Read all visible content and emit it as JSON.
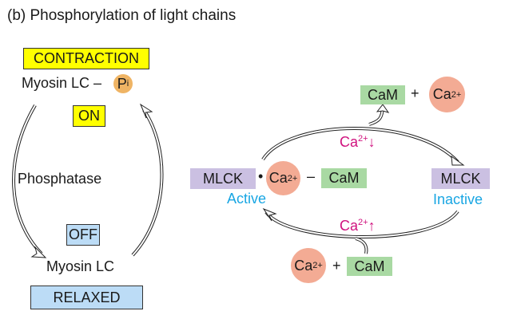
{
  "title": "(b)  Phosphorylation of light chains",
  "left_cycle": {
    "contraction_label": "CONTRACTION",
    "myosin_lc_p_label": "Myosin LC –",
    "pi": {
      "main": "P",
      "sub": "i"
    },
    "on_label": "ON",
    "phosphatase_label": "Phosphatase",
    "off_label": "OFF",
    "myosin_lc_label": "Myosin LC",
    "relaxed_label": "RELAXED"
  },
  "right_cycle": {
    "top_products": {
      "cam": "CaM",
      "plus": "+",
      "ca": {
        "main": "Ca",
        "sup": "2+"
      }
    },
    "ca_down_label": {
      "main": "Ca",
      "sup": "2+",
      "arrow": "↓"
    },
    "active_complex": {
      "mlck": "MLCK",
      "dot": "•",
      "ca": {
        "main": "Ca",
        "sup": "2+"
      },
      "dash": "–",
      "cam": "CaM",
      "state": "Active"
    },
    "inactive": {
      "mlck": "MLCK",
      "state": "Inactive"
    },
    "ca_up_label": {
      "main": "Ca",
      "sup": "2+",
      "arrow": "↑"
    },
    "bottom_reactants": {
      "ca": {
        "main": "Ca",
        "sup": "2+"
      },
      "plus": "+",
      "cam": "CaM"
    }
  },
  "colors": {
    "contraction_on": "#ffff00",
    "relaxed_off": "#bcdcf6",
    "cam": "#a9d9a3",
    "mlck": "#cbc0e2",
    "calcium": "#f3ab94",
    "phosphate": "#efb464",
    "state_text": "#19a6e3",
    "calcium_change_text": "#d0127e"
  }
}
